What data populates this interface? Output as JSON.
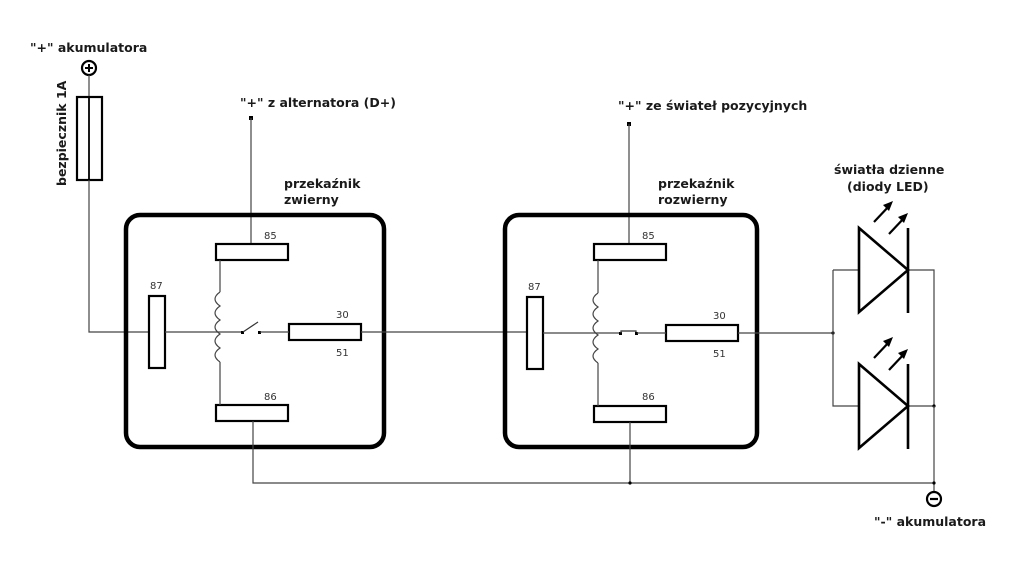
{
  "diagram": {
    "type": "relay wiring schematic",
    "labels": {
      "battery_plus": "\"+\" akumulatora",
      "battery_minus": "\"-\" akumulatora",
      "fuse": "bezpiecznik 1A",
      "alternator": "\"+\" z alternatora (D+)",
      "position_lights": "\"+\" ze świateł pozycyjnych",
      "relay1_line1": "przekaźnik",
      "relay1_line2": "zwierny",
      "relay2_line1": "przekaźnik",
      "relay2_line2": "rozwierny",
      "drl_line1": "światła dzienne",
      "drl_line2": "(diody LED)"
    },
    "relays": [
      {
        "name": "przekaźnik zwierny",
        "contact": "normally-open",
        "pins": {
          "p85": "85",
          "p86": "86",
          "p87": "87",
          "p30": "30",
          "p51": "51"
        }
      },
      {
        "name": "przekaźnik rozwierny",
        "contact": "normally-closed",
        "pins": {
          "p85": "85",
          "p86": "86",
          "p87": "87",
          "p30": "30",
          "p51": "51"
        }
      }
    ],
    "symbols": {
      "plus": "+",
      "minus": "−"
    },
    "leds": {
      "count": 2,
      "label": "diody LED"
    }
  }
}
